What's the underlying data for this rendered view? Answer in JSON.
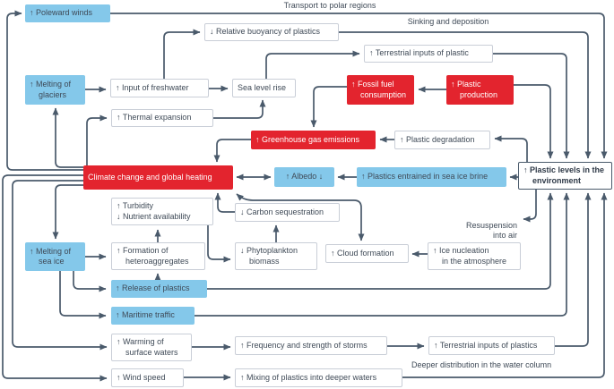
{
  "colors": {
    "blue": "#84c8ea",
    "red": "#e3242e",
    "arrow": "#4a5a6b",
    "ink": "#3f4a57",
    "inkdark": "#2e3947",
    "boxborder": "#c9ced7",
    "strongborder": "#4a5a6b"
  },
  "boxes": {
    "poleward_winds": "↑ Poleward winds",
    "relative_buoyancy": "↓ Relative buoyancy of plastics",
    "melting_glaciers": "↑ Melting of\n    glaciers",
    "input_freshwater": "↑ Input of freshwater",
    "sea_level_rise": "Sea level rise",
    "terrestrial_inputs_top": "↑ Terrestrial inputs of plastic",
    "fossil_fuel": "↑ Fossil fuel\n    consumption",
    "plastic_production": "↑ Plastic\n    production",
    "thermal_expansion": "↑ Thermal expansion",
    "ghg_emissions": "↑ Greenhouse gas emissions",
    "plastic_degradation": "↑ Plastic degradation",
    "climate_change": "Climate change and global heating",
    "albedo": "↑ Albedo ↓",
    "plastics_brine": "↑ Plastics entrained in sea ice brine",
    "plastic_levels": "↑ Plastic levels in the\n    environment",
    "turbidity": "↑ Turbidity\n↓ Nutrient availability",
    "carbon_sequestration": "↓ Carbon sequestration",
    "melting_sea_ice": "↑ Melting of\n    sea ice",
    "heteroaggregates": "↑ Formation of\n    heteroaggregates",
    "phytoplankton": "↓ Phytoplankton\n    biomass",
    "cloud_formation": "↑ Cloud formation",
    "ice_nucleation": "↑ Ice nucleation\n    in the atmosphere",
    "release_plastics": "↑ Release of plastics",
    "maritime_traffic": "↑ Maritime traffic",
    "warming_surface": "↑ Warming of\n    surface waters",
    "storms": "↑ Frequency and strength of storms",
    "terrestrial_inputs_bottom": "↑ Terrestrial inputs of plastics",
    "wind_speed": "↑ Wind speed",
    "mixing_deeper": "↑ Mixing of plastics into deeper waters"
  },
  "labels": {
    "transport_polar": "Transport to polar regions",
    "sinking_deposition": "Sinking and deposition",
    "resuspension": "Resuspension\ninto air",
    "deeper_distribution": "Deeper distribution in the water column"
  }
}
